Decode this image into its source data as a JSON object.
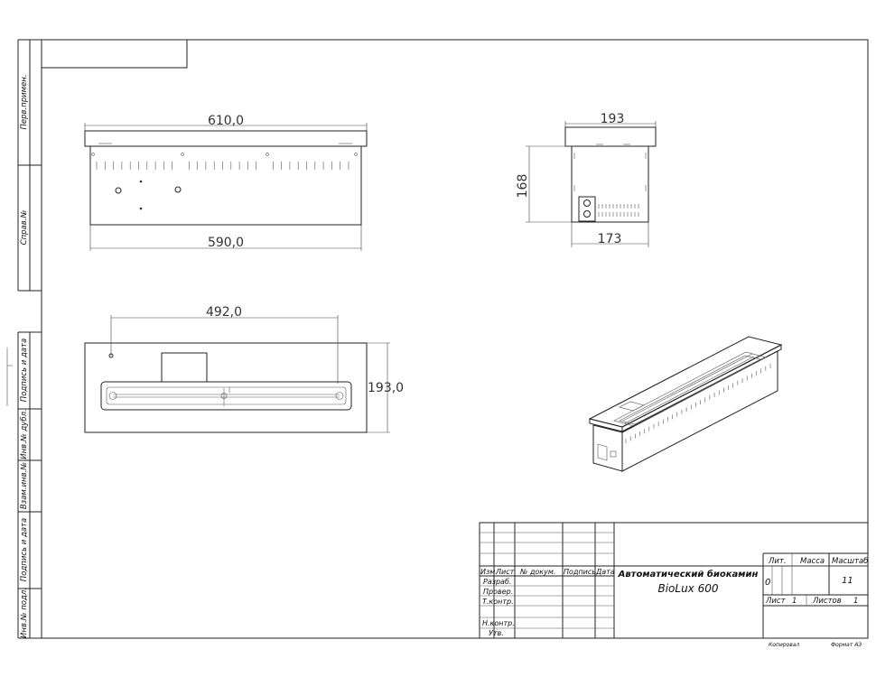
{
  "side_labels": [
    "Перв.примен.",
    "Справ.№",
    "Подпись и дата",
    "Инв.№ дубл.",
    "Взам.инв.№",
    "Подпись и дата",
    "Инв.№ подл."
  ],
  "dims": {
    "front_top": "610,0",
    "front_bottom": "590,0",
    "side_top": "193",
    "side_height": "168",
    "side_bottom": "173",
    "plan_width": "492,0",
    "plan_depth": "193,0"
  },
  "title_block": {
    "hdr_izm": "Изм.",
    "hdr_list": "Лист",
    "hdr_doc": "№ докум.",
    "hdr_sign": "Подпись",
    "hdr_date": "Дата",
    "razrab": "Разраб.",
    "prover": "Провер.",
    "tkontr": "Т.контр.",
    "nkontr": "Н.контр.",
    "utv": "Утв.",
    "title_line1": "Автоматический биокамин",
    "title_line2": "BioLux 600",
    "lit_label": "Лит.",
    "mass_label": "Масса",
    "scale_label": "Масштаб",
    "lit_value": "0",
    "scale_value": "11",
    "sheet_label": "Лист",
    "sheet_value": "1",
    "sheets_label": "Листов",
    "sheets_value": "1",
    "copied": "Копировал",
    "format": "Формат А3"
  }
}
